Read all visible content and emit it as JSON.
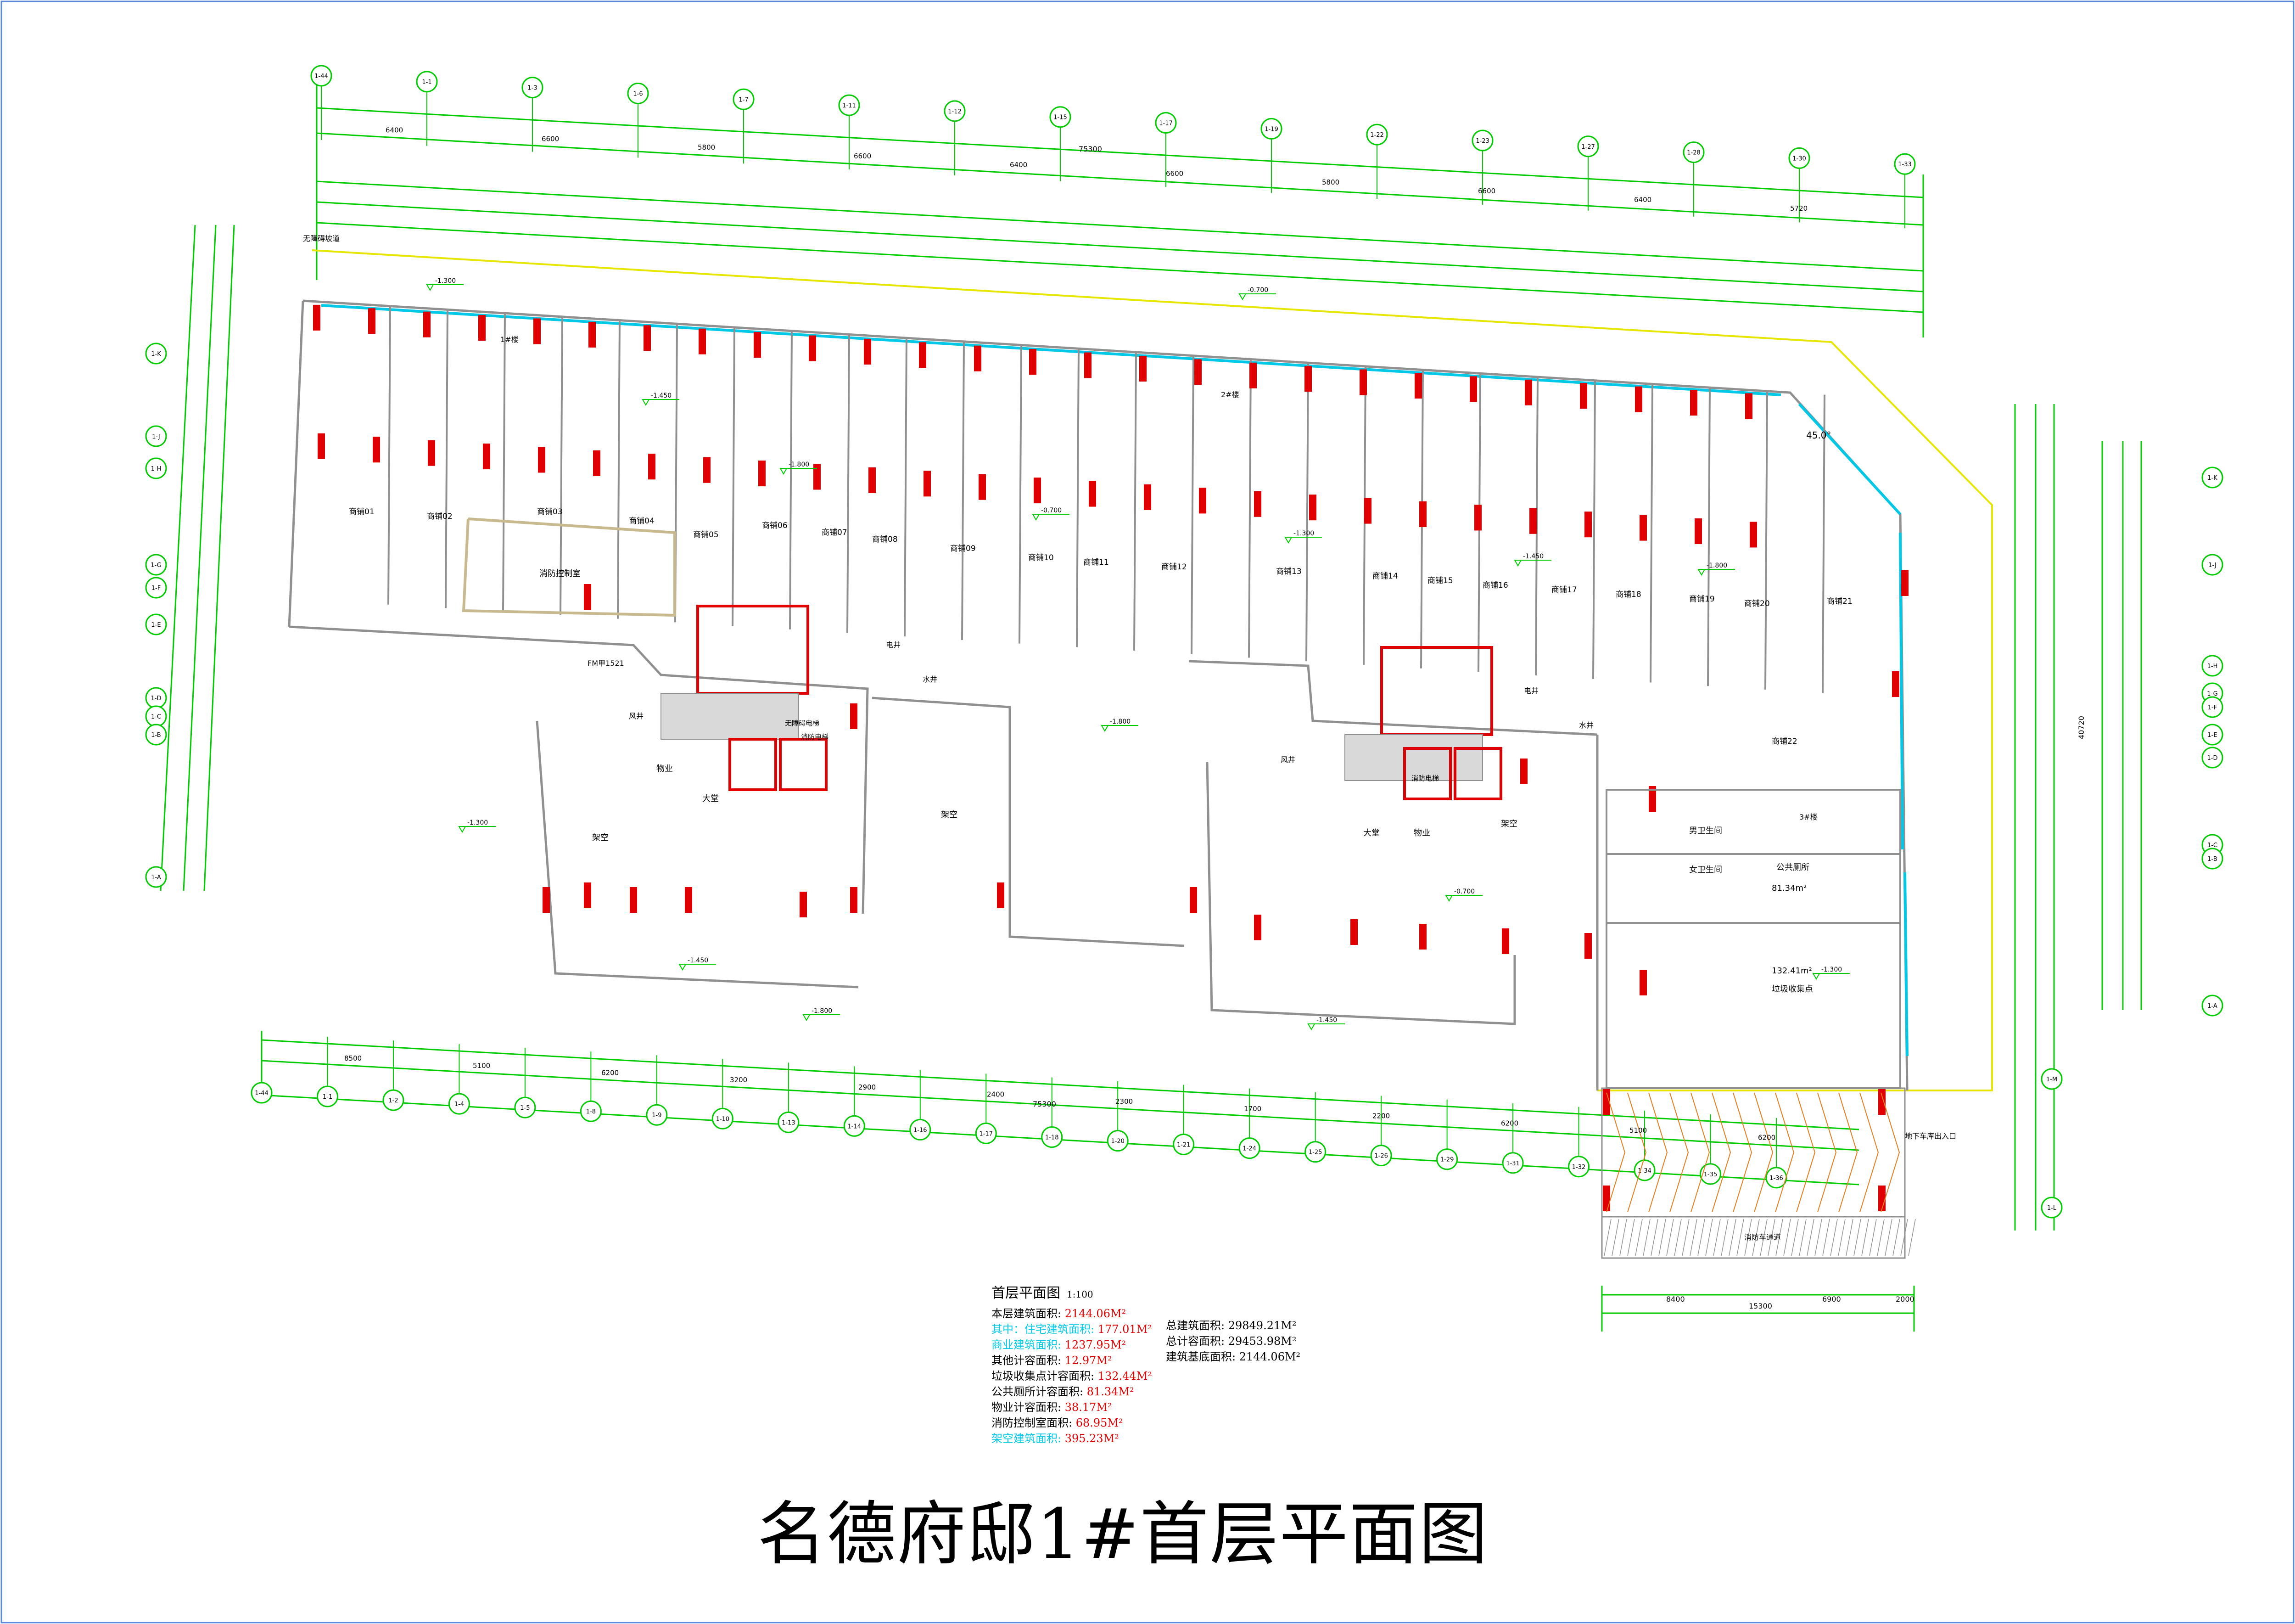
{
  "drawing": {
    "main_title": "名德府邸1#首层平面图",
    "plan_title": "首层平面图",
    "plan_scale": "1:100"
  },
  "stats_left": [
    {
      "label": "本层建筑面积:",
      "value": "2144.06M²"
    },
    {
      "label": "其中：住宅建筑面积:",
      "value": "177.01M²"
    },
    {
      "label": "商业建筑面积:",
      "value": "1237.95M²"
    },
    {
      "label": "其他计容面积:",
      "value": "12.97M²"
    },
    {
      "label": "垃圾收集点计容面积:",
      "value": "132.44M²"
    },
    {
      "label": "公共厕所计容面积:",
      "value": "81.34M²"
    },
    {
      "label": "物业计容面积:",
      "value": "38.17M²"
    },
    {
      "label": "消防控制室面积:",
      "value": "68.95M²"
    },
    {
      "label": "架空建筑面积:",
      "value": "395.23M²"
    }
  ],
  "stats_right": [
    {
      "label": "总建筑面积:",
      "value": "29849.21M²"
    },
    {
      "label": "总计容面积:",
      "value": "29453.98M²"
    },
    {
      "label": "建筑基底面积:",
      "value": "2144.06M²"
    }
  ],
  "shops": [
    "商铺01",
    "商铺02",
    "商铺03",
    "商铺04",
    "商铺05",
    "商铺06",
    "商铺07",
    "商铺08",
    "商铺09",
    "商铺10",
    "商铺11",
    "商铺12",
    "商铺13",
    "商铺14",
    "商铺15",
    "商铺16",
    "商铺17",
    "商铺18",
    "商铺19",
    "商铺20",
    "商铺21",
    "商铺22"
  ],
  "rooms": {
    "fire_control": "消防控制室",
    "lobby": "大堂",
    "property": "物业",
    "overhead": "架空",
    "mens_toilet": "男卫生间",
    "womens_toilet": "女卫生间",
    "public_toilet": "公共厕所",
    "garbage": "垃圾收集点",
    "garbage_area": "132.41m²",
    "toilet_area": "81.34m²",
    "fire_elevator": "消防电梯",
    "basement_entrance": "地下车库出入口",
    "fire_lane": "消防车通道",
    "barrier_free": "无障碍坡道",
    "fire_door": "FM甲1521",
    "wind_well": "风井",
    "water_well": "水井",
    "elec_well": "电井",
    "barrier_free_elevator": "无障碍电梯",
    "stair_1": "1#楼",
    "stair_2": "2#楼",
    "stair_3": "3#楼"
  },
  "dims": {
    "total_top": "75300",
    "total_bottom": "75300",
    "total_right": "40720",
    "corner": "45.0°",
    "bottom_total": "15300",
    "top_row": [
      "6400",
      "6600",
      "5800",
      "6600",
      "6400",
      "6600",
      "5800",
      "6600",
      "6400",
      "5720"
    ],
    "bottom_row": [
      "8500",
      "5100",
      "6200",
      "3200",
      "2900",
      "2400",
      "2300",
      "1700",
      "2200",
      "6200",
      "5100",
      "6200"
    ],
    "bottom_extra": [
      "8400",
      "6900",
      "2000"
    ],
    "elevations": [
      "-1.300",
      "-1.450",
      "-1.800",
      "-0.700"
    ]
  },
  "axes_top": [
    "1-44",
    "1-1",
    "1-3",
    "1-6",
    "1-7",
    "1-11",
    "1-12",
    "1-15",
    "1-17",
    "1-19",
    "1-22",
    "1-23",
    "1-27",
    "1-28",
    "1-30",
    "1-33"
  ],
  "axes_left": [
    "1-K",
    "1-J",
    "1-H",
    "1-G",
    "1-F",
    "1-E",
    "1-D",
    "1-C",
    "1-B",
    "1-A"
  ],
  "axes_right": [
    "1-K",
    "1-J",
    "1-H",
    "1-G",
    "1-F",
    "1-E",
    "1-D",
    "1-C",
    "1-B",
    "1-A",
    "1-M",
    "1-L"
  ],
  "axes_bottom": [
    "1-44",
    "1-1",
    "1-2",
    "1-4",
    "1-5",
    "1-8",
    "1-9",
    "1-10",
    "1-13",
    "1-14",
    "1-16",
    "1-17",
    "1-18",
    "1-20",
    "1-21",
    "1-24",
    "1-25",
    "1-26",
    "1-29",
    "1-31",
    "1-32",
    "1-34",
    "1-35",
    "1-36"
  ],
  "colors": {
    "dimension": "#00cc00",
    "wall": "#909090",
    "column": "#e00000",
    "glass": "#00c8e6",
    "boundary": "#e6e600",
    "hatch": "#e08020"
  }
}
